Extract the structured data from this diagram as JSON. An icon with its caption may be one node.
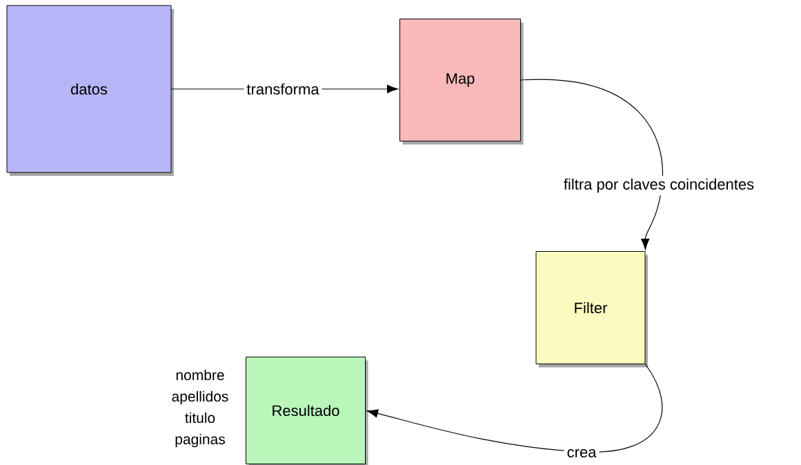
{
  "diagram": {
    "nodes": [
      {
        "text": [
          "datos"
        ]
      },
      {
        "text": [
          "Map"
        ]
      },
      {
        "text": [
          "Filter"
        ]
      },
      {
        "text": [
          "Resultado"
        ],
        "beside": [
          "nombre apellidos titulo paginas"
        ]
      }
    ],
    "edges": [
      {
        "from": 0,
        "to": 1,
        "arrow": "to",
        "label": "transforma"
      },
      {
        "from": 1,
        "to": 2,
        "arrow": "to",
        "label": "filtra por claves coincidentes"
      },
      {
        "from": 2,
        "to": 3,
        "arrow": "to",
        "label": "crea"
      }
    ]
  }
}
